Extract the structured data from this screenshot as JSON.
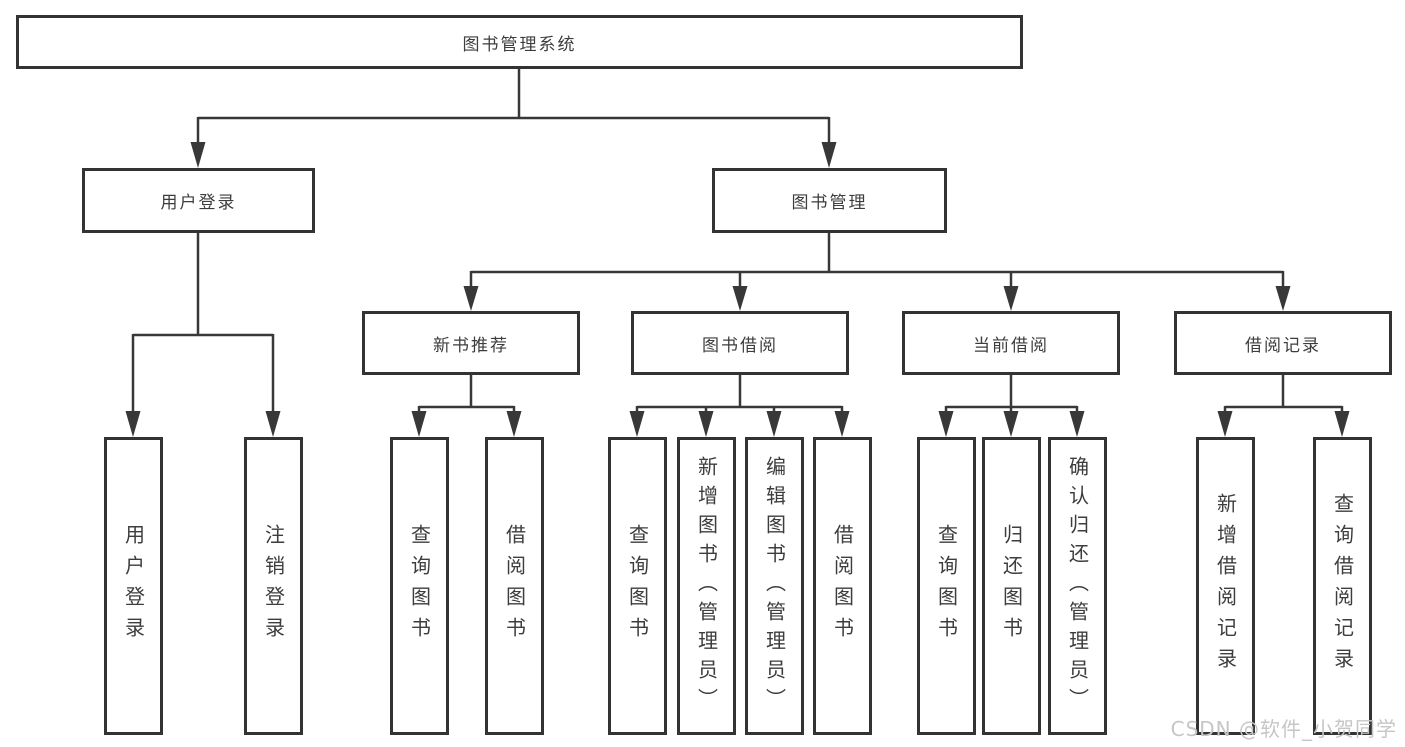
{
  "diagram_title": "图书管理系统",
  "root": {
    "label": "图书管理系统"
  },
  "branches": {
    "user_login": {
      "label": "用户登录",
      "children": [
        {
          "label": "用户登录"
        },
        {
          "label": "注销登录"
        }
      ]
    },
    "book_management": {
      "label": "图书管理",
      "sections": [
        {
          "label": "新书推荐",
          "children": [
            {
              "label": "查询图书"
            },
            {
              "label": "借阅图书"
            }
          ]
        },
        {
          "label": "图书借阅",
          "children": [
            {
              "label": "查询图书"
            },
            {
              "label": "新增图书（管理员）"
            },
            {
              "label": "编辑图书（管理员）"
            },
            {
              "label": "借阅图书"
            }
          ]
        },
        {
          "label": "当前借阅",
          "children": [
            {
              "label": "查询图书"
            },
            {
              "label": "归还图书"
            },
            {
              "label": "确认归还（管理员）"
            }
          ]
        },
        {
          "label": "借阅记录",
          "children": [
            {
              "label": "新增借阅记录"
            },
            {
              "label": "查询借阅记录"
            }
          ]
        }
      ]
    }
  },
  "watermark": {
    "text": "CSDN @软件_小贺同学"
  },
  "colors": {
    "line": "#383838",
    "border": "#333333",
    "text": "#3d3d3d",
    "background": "#ffffff",
    "watermark": "#c6c6c6"
  }
}
